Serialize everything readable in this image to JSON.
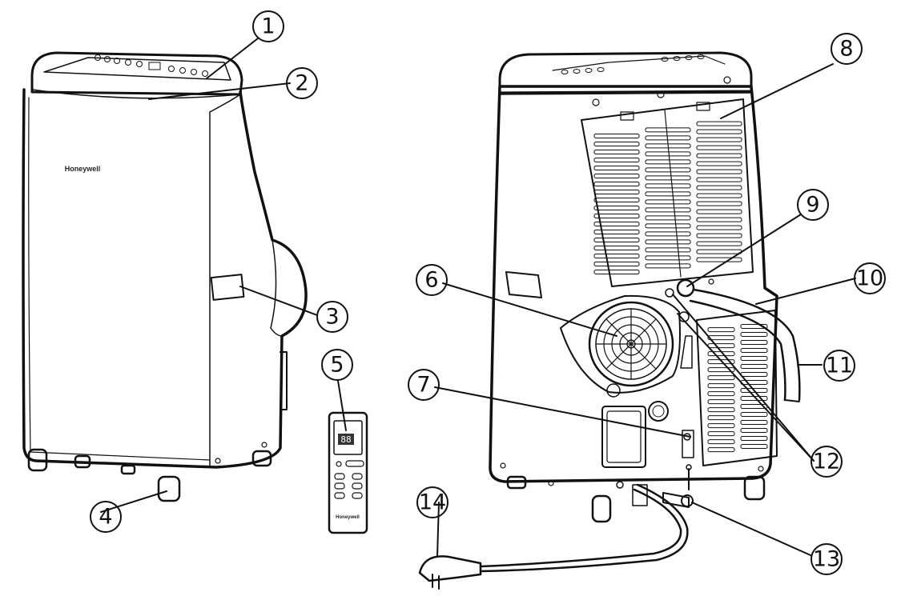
{
  "brand_text": "Honeywell",
  "remote_brand_text": "Honeywell",
  "remote_display_text": "88",
  "callouts": [
    "1",
    "2",
    "3",
    "4",
    "5",
    "6",
    "7",
    "8",
    "9",
    "10",
    "11",
    "12",
    "13",
    "14"
  ],
  "colors": {
    "ink": "#111111",
    "panel": "#f4f4f4",
    "display": "#333333"
  }
}
